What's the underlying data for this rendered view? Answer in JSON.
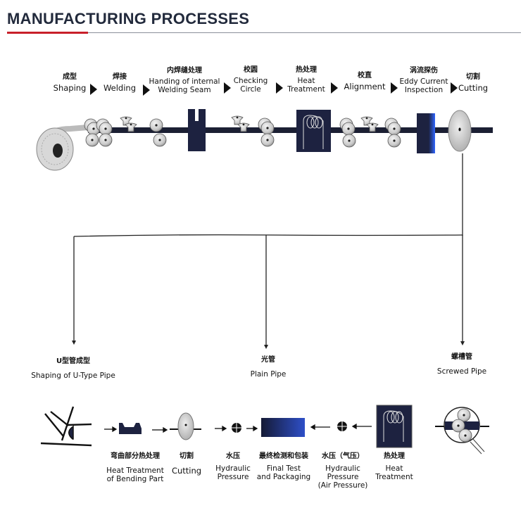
{
  "header": {
    "title": "MANUFACTURING PROCESSES"
  },
  "colors": {
    "title": "#222a3c",
    "accent": "#c8202a",
    "rule": "#8a8f9a",
    "machine": "#1d2240",
    "machine_glow": "#2f5be0"
  },
  "main_line": {
    "steps": [
      {
        "cn": "成型",
        "en": "Shaping"
      },
      {
        "cn": "焊接",
        "en": "Welding"
      },
      {
        "cn": "内焊缝处理",
        "en": "Handing of internal Welding Seam",
        "en_lines": [
          "Handing of internal",
          "Welding Seam"
        ]
      },
      {
        "cn": "校圆",
        "en": "Checking Circle",
        "en_lines": [
          "Checking",
          "Circle"
        ]
      },
      {
        "cn": "热处理",
        "en": "Heat Treatment",
        "en_lines": [
          "Heat",
          "Treatment"
        ]
      },
      {
        "cn": "校直",
        "en": "Alignment"
      },
      {
        "cn": "涡流探伤",
        "en": "Eddy Current Inspection",
        "en_lines": [
          "Eddy Current",
          "Inspection"
        ]
      },
      {
        "cn": "切割",
        "en": "Cutting"
      }
    ]
  },
  "branches": [
    {
      "cn": "U型管成型",
      "en": "Shaping of U-Type Pipe"
    },
    {
      "cn": "光管",
      "en": "Plain Pipe"
    },
    {
      "cn": "螺槽管",
      "en": "Screwed Pipe"
    }
  ],
  "u_tube_line": {
    "steps": [
      {
        "cn": "弯曲部分热处理",
        "en": "Heat Treatment of Bending Part",
        "en_lines": [
          "Heat Treatment",
          "of Bending Part"
        ]
      },
      {
        "cn": "切割",
        "en": "Cutting"
      },
      {
        "cn": "水压",
        "en": "Hydraulic Pressure",
        "en_lines": [
          "Hydraulic",
          "Pressure"
        ]
      },
      {
        "cn": "最终检测和包装",
        "en": "Final Test and Packaging",
        "en_lines": [
          "Final Test",
          "and Packaging"
        ]
      },
      {
        "cn": "水压（气压）",
        "en": "Hydraulic Pressure (Air Pressure)",
        "en_lines": [
          "Hydraulic",
          "Pressure",
          "(Air Pressure)"
        ]
      },
      {
        "cn": "热处理",
        "en": "Heat Treatment",
        "en_lines": [
          "Heat",
          "Treatment"
        ]
      }
    ]
  }
}
